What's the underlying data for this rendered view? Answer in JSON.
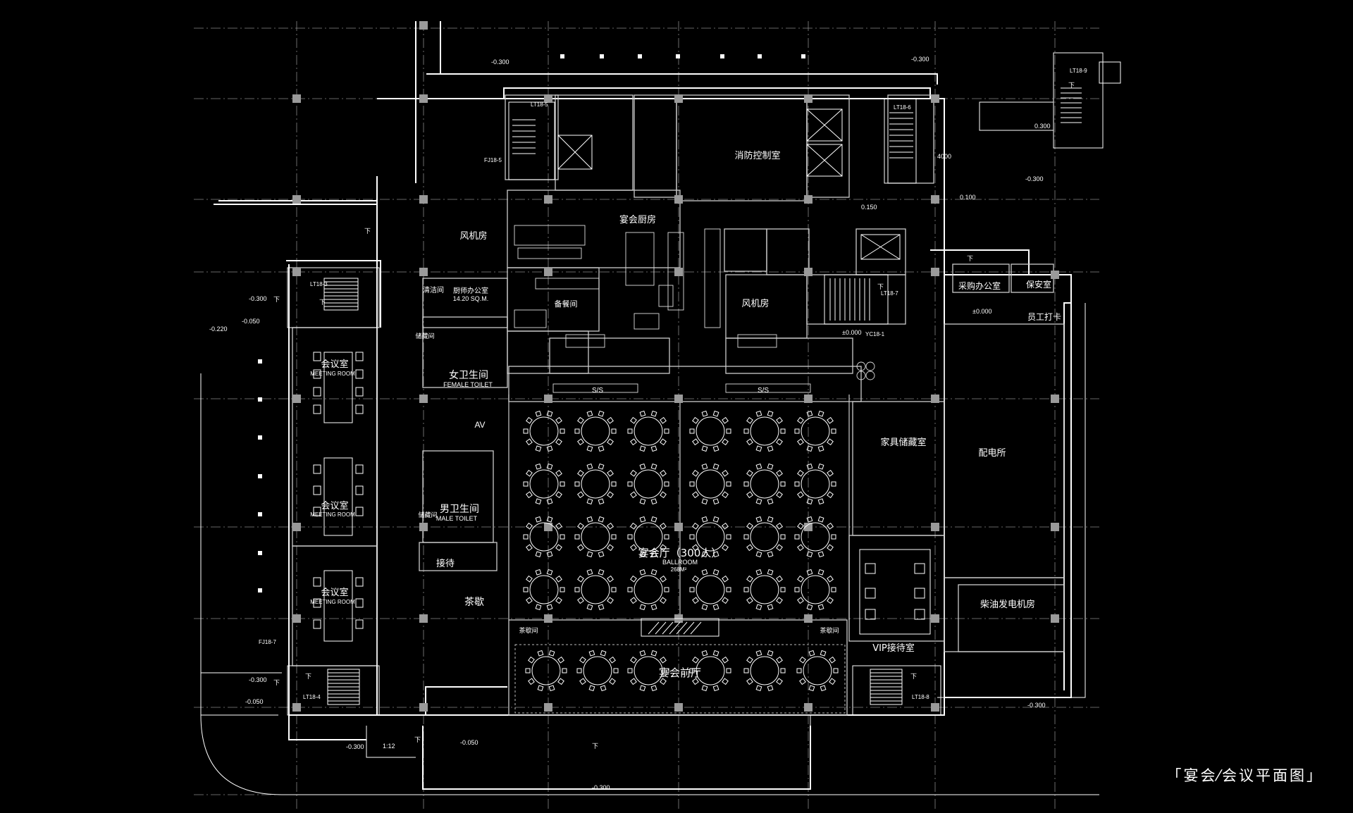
{
  "caption": "「宴会⁄会议平面图」",
  "rooms": {
    "fire_control": "消防控制室",
    "banquet_kitchen": "宴会厨房",
    "fan_room_1": "风机房",
    "fan_room_2": "风机房",
    "cleaning": "清洁间",
    "chef_office": "厨师办公室",
    "chef_office_area": "14.20 SQ.M.",
    "side_room": "备餐间",
    "storage_small": "储藏间",
    "female_toilet": "女卫生间",
    "female_toilet_en": "FEMALE TOILET",
    "av": "AV",
    "male_toilet": "男卫生间",
    "male_toilet_en": "MALE TOILET",
    "storage_small_2": "储藏间",
    "reception": "接待",
    "tea_break": "茶歇",
    "meeting_1": "会议室",
    "meeting_1_en": "MEETING ROOM",
    "meeting_2": "会议室",
    "meeting_2_en": "MEETING ROOM",
    "meeting_3": "会议室",
    "meeting_3_en": "MEETING ROOM",
    "ballroom": "宴会厅（300人）",
    "ballroom_en": "BALLROOM",
    "ballroom_area": "268M²",
    "banquet_foyer": "宴会前厅",
    "tea_left": "茶歇间",
    "tea_right": "茶歇间",
    "furniture_storage": "家具储藏室",
    "vip_reception": "VIP接待室",
    "power_room": "配电所",
    "generator": "柴油发电机房",
    "purchase_office": "采购办公室",
    "security": "保安室",
    "staff_clock": "员工打卡",
    "ss_left": "S/S",
    "ss_right": "S/S"
  },
  "stairs": {
    "lt3": "LT18-3",
    "lt4": "LT18-4",
    "lt5": "LT18-5",
    "lt6": "LT18-6",
    "lt7": "LT18-7",
    "lt8": "LT18-8",
    "lt9": "LT18-9",
    "yc": "YC18-1",
    "fj5": "FJ18-5",
    "fj7": "FJ18-7",
    "down": "下"
  },
  "levels": {
    "l1": "-0.300",
    "l2": "-0.300",
    "l3": "-0.300",
    "l4": "-0.300",
    "l5": "-0.300",
    "l6": "-0.300",
    "l7": "-0.300",
    "l8": "-0.300",
    "l9": "-0.050",
    "l10": "-0.050",
    "l11": "-0.050",
    "l12": "-0.220",
    "l13": "0.150",
    "l14": "0.100",
    "l15": "±0.000",
    "l16": "±0.000",
    "l17": "0.300",
    "l18": "4000",
    "ramp": "1:12"
  }
}
